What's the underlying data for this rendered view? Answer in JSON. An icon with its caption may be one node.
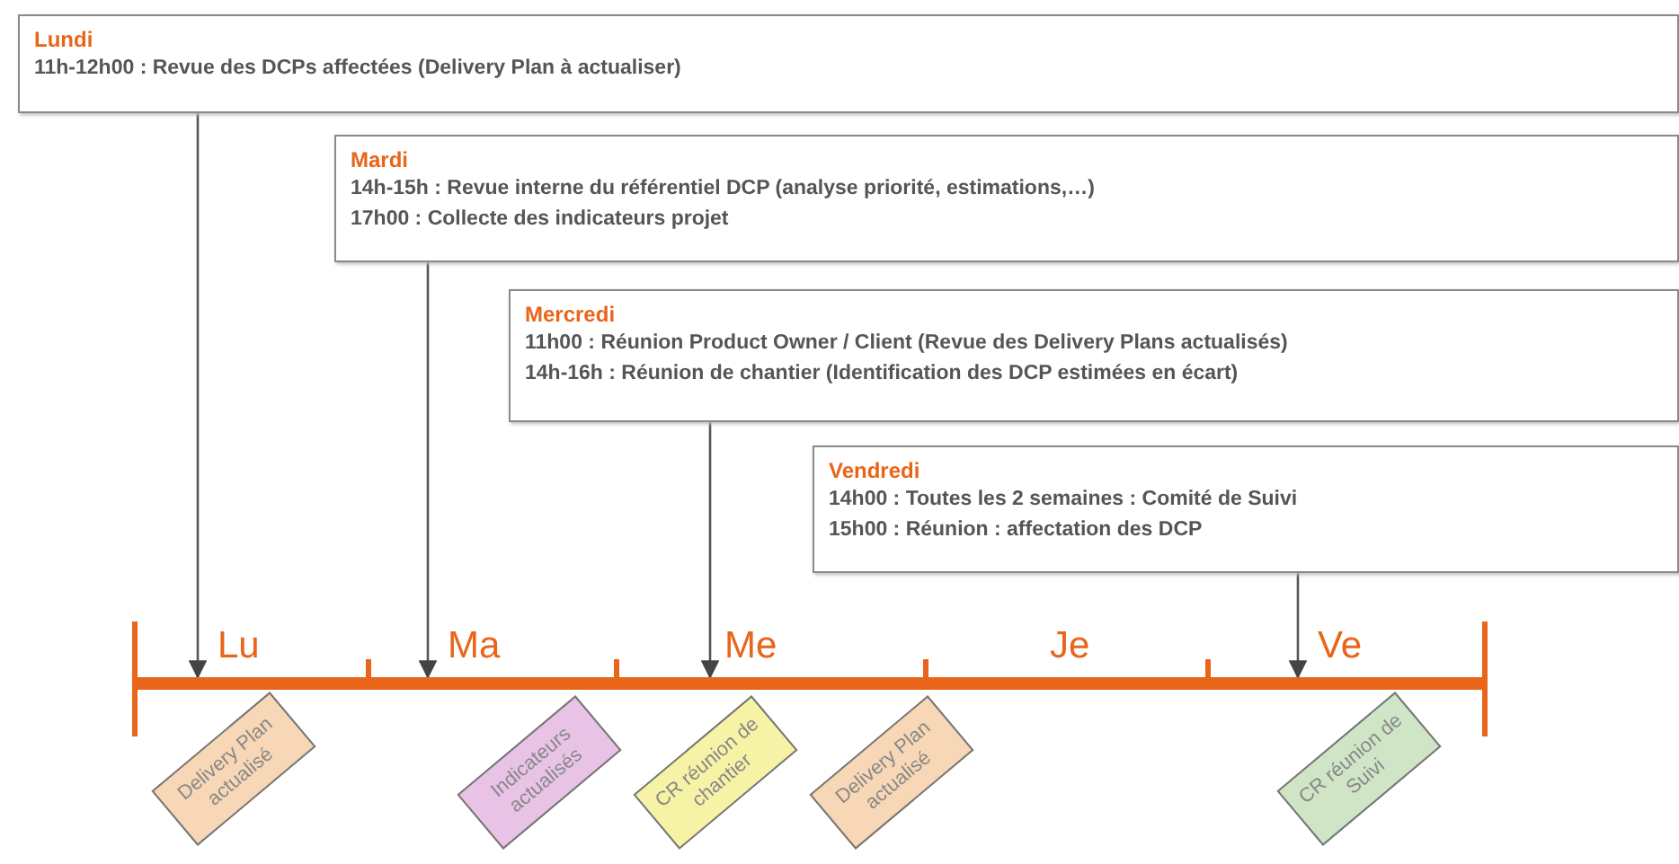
{
  "diagram": {
    "nodes": [
      {
        "text": [
          "Lundi",
          "11h-12h00 : Revue des DCPs affectées (Delivery Plan à actualiser)"
        ]
      },
      {
        "text": [
          "Mardi",
          "14h-15h : Revue interne du référentiel DCP (analyse priorité, estimations,…)",
          "17h00 : Collecte des indicateurs projet"
        ]
      },
      {
        "text": [
          "Mercredi",
          "11h00 : Réunion Product Owner / Client (Revue des Delivery Plans actualisés)",
          "14h-16h : Réunion de chantier (Identification des DCP estimées en écart)"
        ]
      },
      {
        "text": [
          "Vendredi",
          "14h00 : Toutes les 2 semaines : Comité de Suivi",
          "15h00 : Réunion : affectation des DCP"
        ]
      },
      {
        "text": [],
        "shape": "bar"
      },
      {
        "text": [
          "Delivery Plan actualisé"
        ]
      },
      {
        "text": [
          "Indicateurs actualisés"
        ]
      },
      {
        "text": [
          "CR réunion de chantier"
        ]
      },
      {
        "text": [
          "Delivery Plan actualisé"
        ]
      },
      {
        "text": [
          "CR réunion de Suivi"
        ]
      }
    ],
    "edges": [
      {
        "from": 0,
        "to": 4,
        "arrow": "to"
      },
      {
        "from": 1,
        "to": 4,
        "arrow": "to"
      },
      {
        "from": 2,
        "to": 4,
        "arrow": "to"
      },
      {
        "from": 3,
        "to": 4,
        "arrow": "to"
      }
    ],
    "labels": [
      "Lu",
      "Ma",
      "Me",
      "Je",
      "Ve"
    ]
  }
}
